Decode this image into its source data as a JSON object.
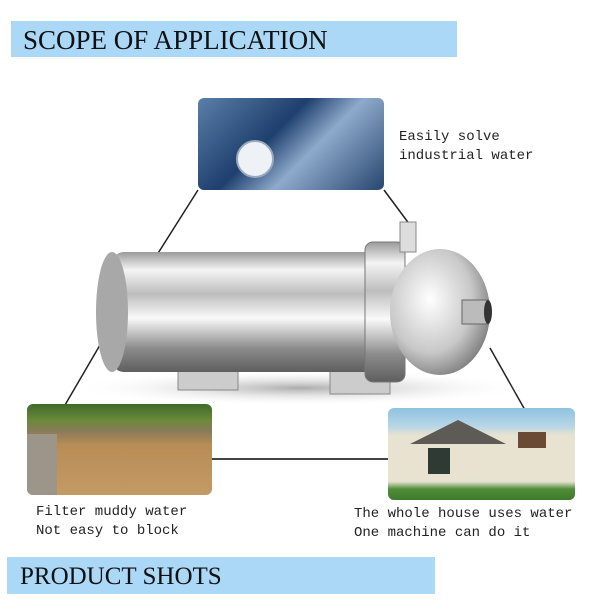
{
  "header": {
    "title": "SCOPE OF APPLICATION"
  },
  "applications": [
    {
      "name": "industrial",
      "lines": [
        "Easily solve",
        "industrial water"
      ]
    },
    {
      "name": "muddy-water",
      "lines": [
        "Filter muddy water",
        "Not easy to block"
      ]
    },
    {
      "name": "whole-house",
      "lines": [
        "The whole house uses water",
        "One machine can do it"
      ]
    }
  ],
  "footer": {
    "title": "PRODUCT SHOTS"
  },
  "colors": {
    "banner": "#acd8f8",
    "text": "#222222"
  }
}
